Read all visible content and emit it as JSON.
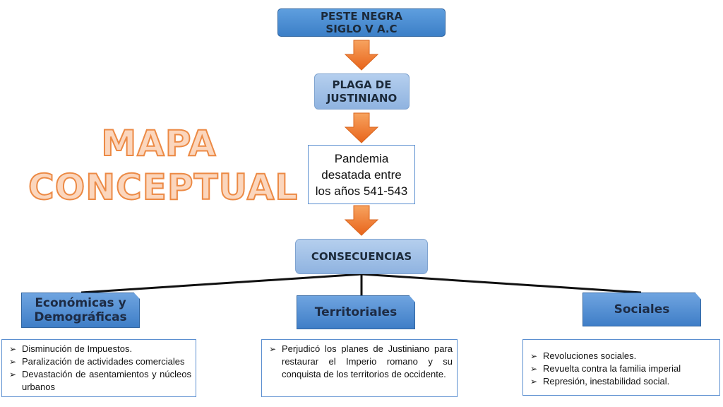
{
  "title": {
    "line1": "MAPA",
    "line2": "CONCEPTUAL"
  },
  "nodes": {
    "peste": {
      "line1": "PESTE NEGRA",
      "line2": "SIGLO V A.C"
    },
    "plaga": {
      "line1": "PLAGA DE",
      "line2": "JUSTINIANO"
    },
    "pandemia": {
      "line1": "Pandemia",
      "line2": "desatada entre",
      "line3": "los años 541-543"
    },
    "consecuencias": "CONSECUENCIAS"
  },
  "categories": {
    "economicas": {
      "line1": "Económicas y",
      "line2": "Demográficas"
    },
    "territoriales": "Territoriales",
    "sociales": "Sociales"
  },
  "lists": {
    "economicas": [
      "Disminución de Impuestos.",
      "Paralización de actividades comerciales",
      "Devastación de asentamientos y núcleos urbanos"
    ],
    "territoriales": [
      "Perjudicó los planes de Justiniano para restaurar el Imperio romano y su conquista de los territorios de occidente."
    ],
    "sociales": [
      "Revoluciones sociales.",
      "Revuelta contra la familia imperial",
      "Represión, inestabilidad social."
    ]
  },
  "colors": {
    "arrow": "#f07a2c",
    "connector": "#111111",
    "box_border": "#5b8fd0",
    "title_fill": "#fbd6bd",
    "title_stroke": "#ec8a45"
  }
}
